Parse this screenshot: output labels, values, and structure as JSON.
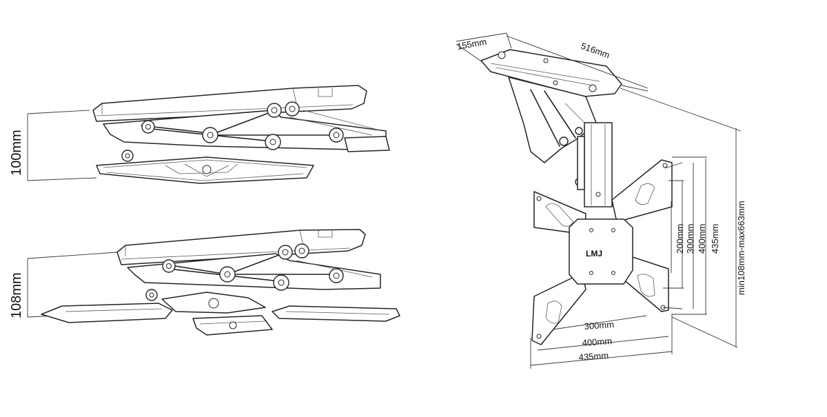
{
  "left_view_top": {
    "height_label": "100mm"
  },
  "left_view_bottom": {
    "height_label": "108mm"
  },
  "right_view": {
    "depth_label": "155mm",
    "width_label": "516mm",
    "vertical_range_label": "min108mm-max663mm",
    "vesa_vertical_labels": [
      "200mm",
      "300mm",
      "400mm",
      "435mm"
    ],
    "vesa_horizontal_labels": [
      "300mm",
      "400mm",
      "435mm"
    ],
    "logo_text": "LMJ"
  },
  "colors": {
    "line": "#222222",
    "background": "#ffffff"
  }
}
